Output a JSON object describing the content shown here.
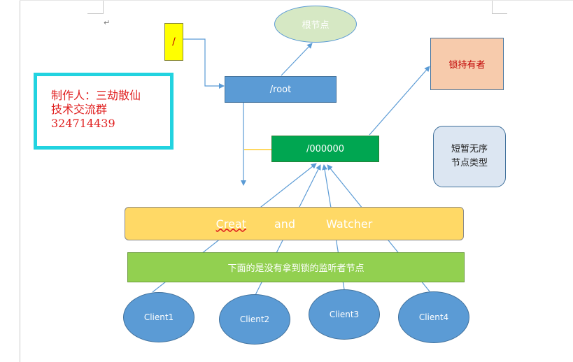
{
  "nodes": {
    "slash_label": "/",
    "root_node_label": "根节点",
    "root_label": "/root",
    "lock_node_label": "/000000",
    "owner_label": "锁持有者",
    "ephemeral_line1": "短暂无序",
    "ephemeral_line2": "节点类型",
    "create_label": "Creat",
    "and_label": "and",
    "watcher_label": "Watcher",
    "listener_label": "下面的是没有拿到锁的监听者节点",
    "clients": [
      "Client1",
      "Client2",
      "Client3",
      "Client4"
    ]
  },
  "watermark": {
    "line1": "制作人：三劫散仙",
    "line2": "技术交流群",
    "line3": "324714439"
  },
  "para_mark": "↵",
  "colors": {
    "slash_fill": "#ffff00",
    "root_node_fill": "#d6e8c4",
    "root_fill": "#5b9bd5",
    "lock_fill": "#00a651",
    "owner_fill": "#f7cbac",
    "ephemeral_fill": "#dce6f2",
    "create_fill": "#ffd966",
    "listener_fill": "#92d050",
    "client_fill": "#5b9bd5",
    "arrow": "#5b9bd5",
    "connector_yellow": "#ffc000",
    "watermark_text": "#e02020",
    "watermark_border": "#22d3e0"
  }
}
